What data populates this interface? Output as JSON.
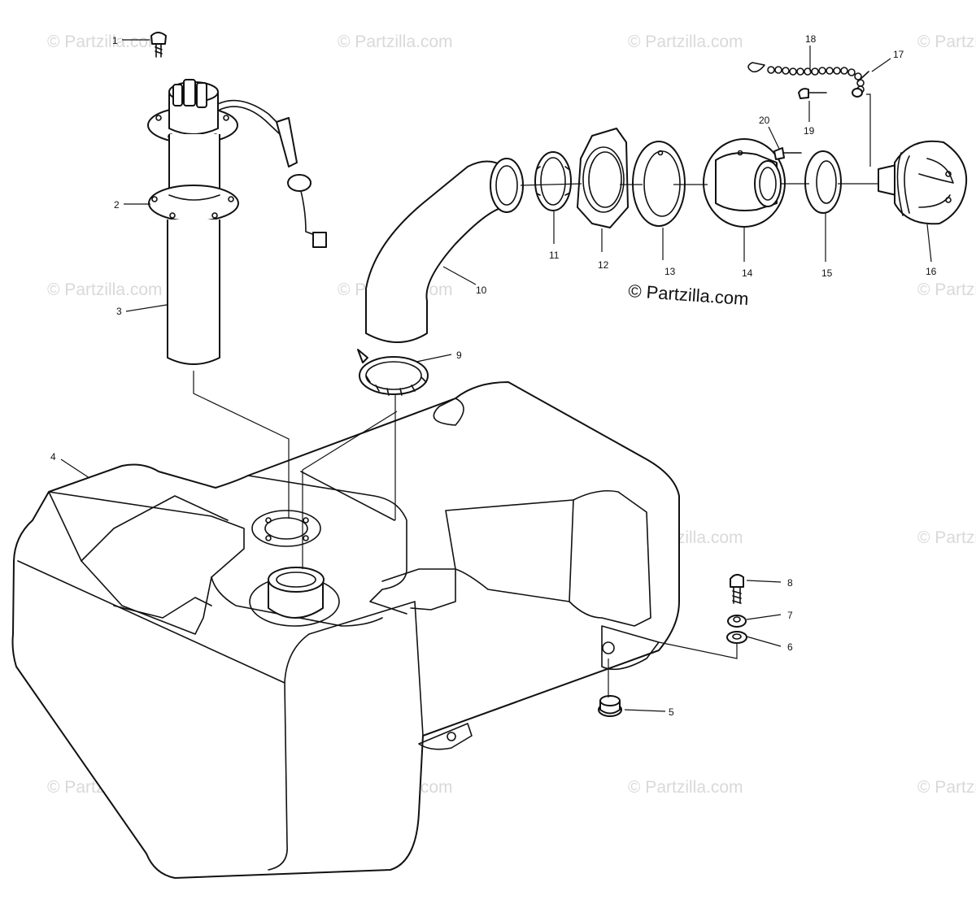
{
  "watermark": "© Partzilla.com",
  "copyright": "© Partzilla.com",
  "callouts": [
    {
      "id": "1",
      "label": "1"
    },
    {
      "id": "2",
      "label": "2"
    },
    {
      "id": "3",
      "label": "3"
    },
    {
      "id": "4",
      "label": "4"
    },
    {
      "id": "5",
      "label": "5"
    },
    {
      "id": "6",
      "label": "6"
    },
    {
      "id": "7",
      "label": "7"
    },
    {
      "id": "8",
      "label": "8"
    },
    {
      "id": "9",
      "label": "9"
    },
    {
      "id": "10",
      "label": "10"
    },
    {
      "id": "11",
      "label": "11"
    },
    {
      "id": "12",
      "label": "12"
    },
    {
      "id": "13",
      "label": "13"
    },
    {
      "id": "14",
      "label": "14"
    },
    {
      "id": "15",
      "label": "15"
    },
    {
      "id": "16",
      "label": "16"
    },
    {
      "id": "17",
      "label": "17"
    },
    {
      "id": "18",
      "label": "18"
    },
    {
      "id": "19",
      "label": "19"
    },
    {
      "id": "20",
      "label": "20"
    }
  ]
}
